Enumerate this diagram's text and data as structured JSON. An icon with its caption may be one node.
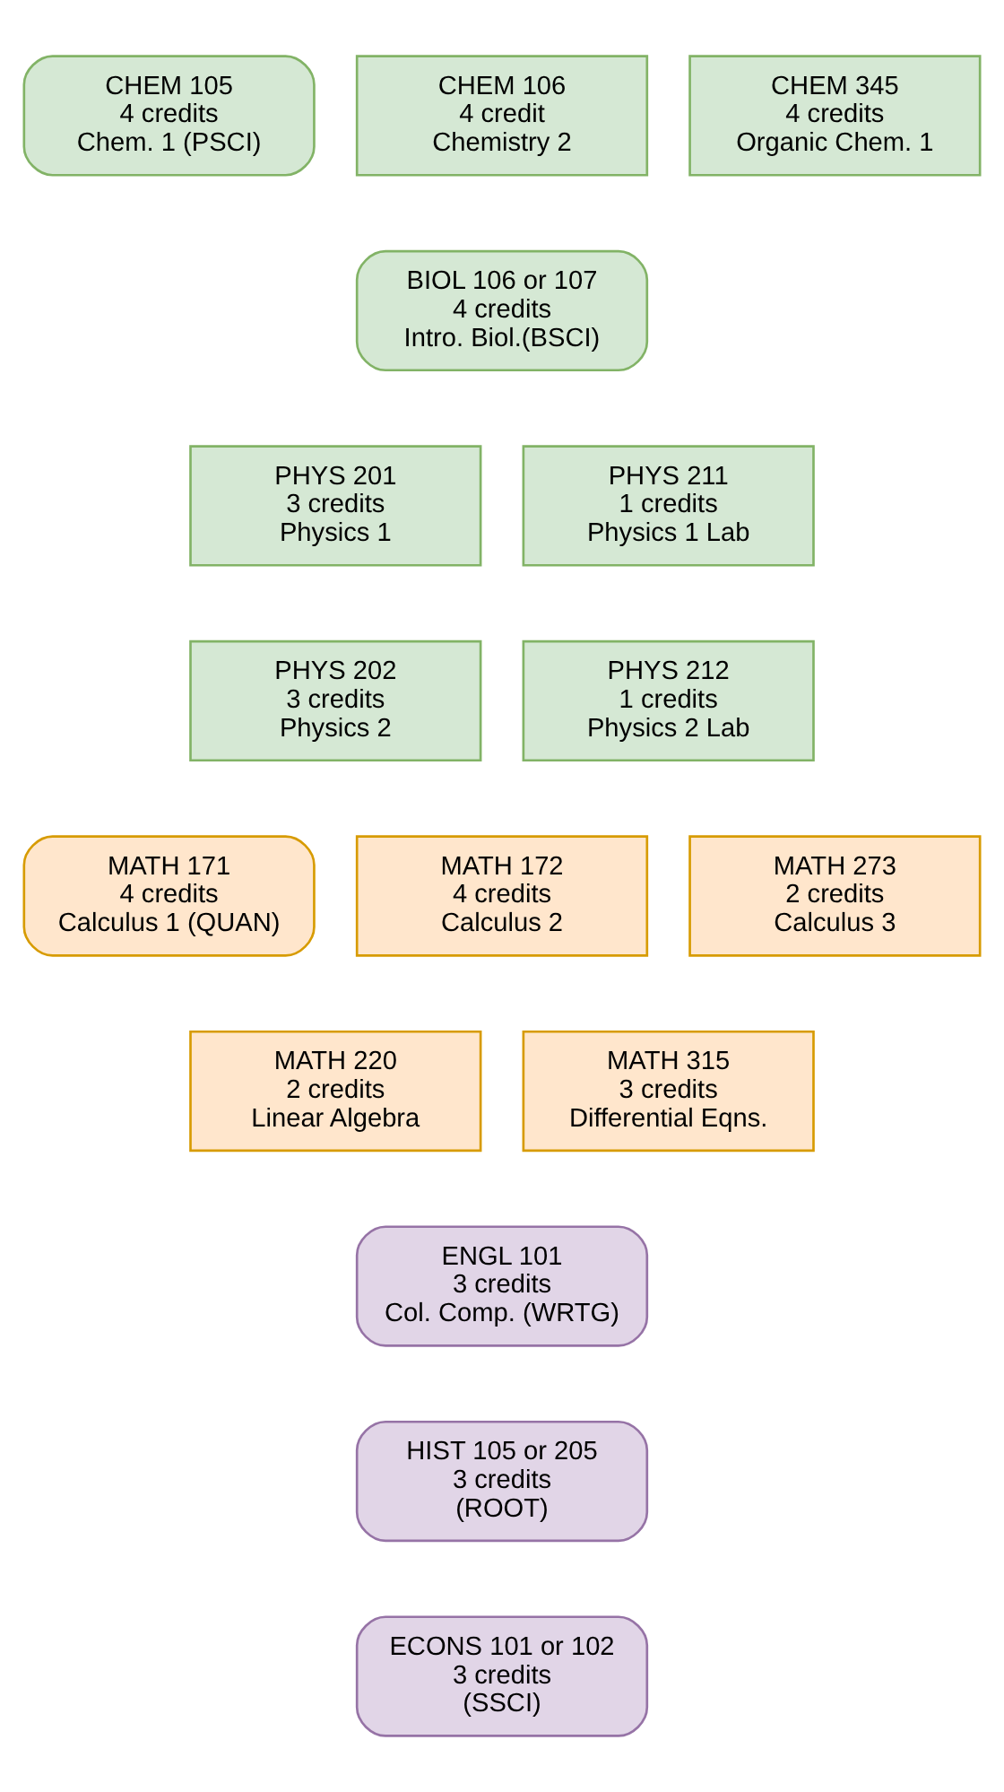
{
  "diagram": {
    "nodes": [
      {
        "text": [
          "CHEM 105",
          "4 credits",
          "Chem. 1 (PSCI)"
        ]
      },
      {
        "text": [
          "CHEM 106",
          "4 credit",
          "Chemistry 2"
        ]
      },
      {
        "text": [
          "CHEM 345",
          "4 credits",
          "Organic Chem. 1"
        ]
      },
      {
        "text": [
          "BIOL 106 or 107",
          "4 credits",
          "Intro. Biol.(BSCI)"
        ]
      },
      {
        "text": [
          "PHYS 201",
          "3 credits",
          "Physics 1"
        ]
      },
      {
        "text": [
          "PHYS 211",
          "1 credits",
          "Physics 1 Lab"
        ]
      },
      {
        "text": [
          "PHYS 202",
          "3 credits",
          "Physics 2"
        ]
      },
      {
        "text": [
          "PHYS 212",
          "1 credits",
          "Physics 2 Lab"
        ]
      },
      {
        "text": [
          "MATH 171",
          "4 credits",
          "Calculus 1 (QUAN)"
        ]
      },
      {
        "text": [
          "MATH 172",
          "4 credits",
          "Calculus 2"
        ]
      },
      {
        "text": [
          "MATH 273",
          "2 credits",
          "Calculus 3"
        ]
      },
      {
        "text": [
          "MATH 220",
          "2 credits",
          "Linear Algebra"
        ]
      },
      {
        "text": [
          "MATH 315",
          "3 credits",
          "Differential Eqns."
        ]
      },
      {
        "text": [
          "ENGL 101",
          "3 credits",
          "Col. Comp. (WRTG)"
        ]
      },
      {
        "text": [
          "HIST 105 or 205",
          "3 credits",
          "(ROOT)"
        ]
      },
      {
        "text": [
          "ECONS 101 or 102",
          "3 credits",
          "(SSCI)"
        ]
      }
    ],
    "edges": []
  }
}
